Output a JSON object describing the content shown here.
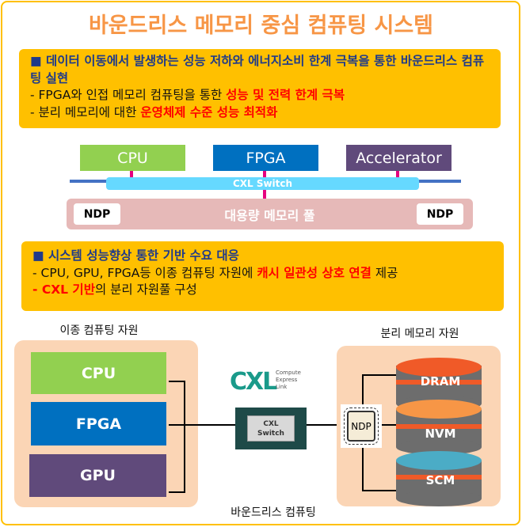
{
  "title": "바운드리스 메모리 중심 컴퓨팅 시스템",
  "box1": {
    "line1": "■ 데이터 이동에서 발생하는 성능 저하와 에너지소비 한계 극복을 통한 바운드리스 컴퓨팅 실현",
    "line2_prefix": "- FPGA와 인접 메모리 컴퓨팅을 통한 ",
    "line2_highlight": "성능 및 전력 한계 극복",
    "line3_prefix": "- 분리 메모리에 대한 ",
    "line3_highlight": "운영체제 수준 성능 최적화"
  },
  "top_diagram": {
    "cpu": "CPU",
    "fpga": "FPGA",
    "accelerator": "Accelerator",
    "switch": "CXL Switch",
    "pool": "대용량 메모리 풀",
    "ndp_left": "NDP",
    "ndp_right": "NDP"
  },
  "box2": {
    "line1": "■ 시스템 성능향상 통한 기반 수요 대응",
    "line2_prefix": "- CPU, GPU, FPGA등 이종 컴퓨팅 자원에 ",
    "line2_highlight": "캐시 일관성 상호 연결",
    "line2_suffix": " 제공",
    "line3_highlight": "- CXL 기반",
    "line3_suffix": "의 분리 자원풀 구성"
  },
  "bottom": {
    "left_label": "이종 컴퓨팅 자원",
    "cpu": "CPU",
    "fpga": "FPGA",
    "gpu": "GPU",
    "cxl_logo": "CXL",
    "cxl_logo_sub": [
      "Compute",
      "Express",
      "Link"
    ],
    "chip": "CXL Switch",
    "chip_lines": [
      "CXL",
      "Switch"
    ],
    "right_label": "분리 메모리 자원",
    "ndp": "NDP",
    "dram": "DRAM",
    "nvm": "NVM",
    "scm": "SCM",
    "caption": "바운드리스 컴퓨팅"
  },
  "colors": {
    "title": "#f79646",
    "box": "#ffc000",
    "cpu": "#92d050",
    "fpga": "#0070c0",
    "purple": "#604a7b",
    "switch": "#66d9ff",
    "pool": "#e6b9b8",
    "peach": "#fbd5b5",
    "highlight": "#ff0000"
  }
}
